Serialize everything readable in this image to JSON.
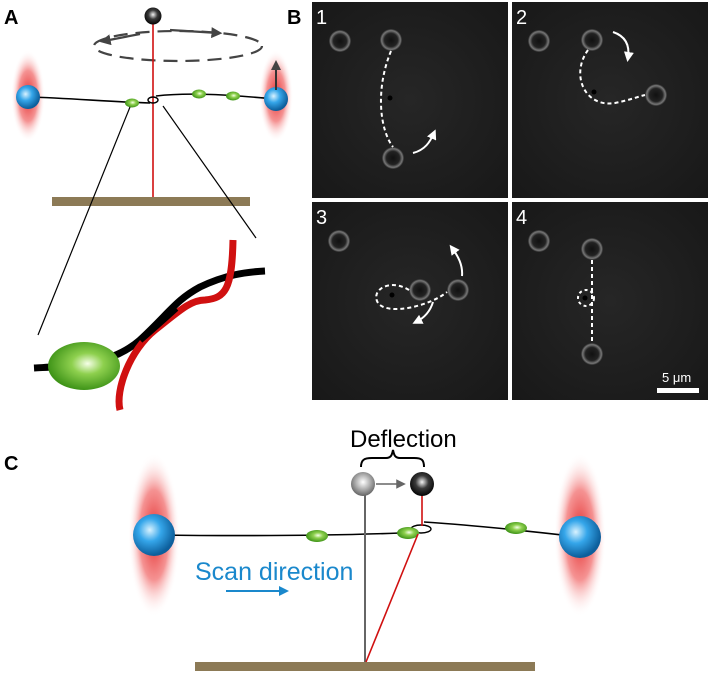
{
  "panels": {
    "a": {
      "label": "A"
    },
    "b": {
      "label": "B",
      "frames": [
        {
          "number": "1"
        },
        {
          "number": "2"
        },
        {
          "number": "3"
        },
        {
          "number": "4"
        }
      ],
      "scale_bar": {
        "text": "5 μm"
      }
    },
    "c": {
      "label": "C",
      "deflection_label": "Deflection",
      "scan_label": "Scan direction"
    }
  },
  "colors": {
    "trap_red": "#e02020",
    "bead_blue": "#1e8fd8",
    "protein_green": "#5cb82a",
    "tether_red": "#d01010",
    "surface_tan": "#8c7a56",
    "scan_blue": "#1a88cc",
    "micrograph_bg": "#1c1c1c"
  }
}
